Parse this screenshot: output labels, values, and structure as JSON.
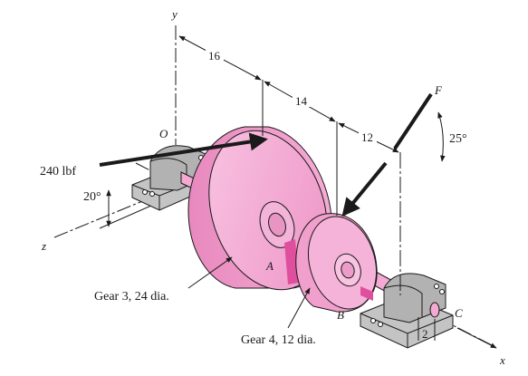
{
  "axes": {
    "y": "y",
    "z": "z",
    "x": "x"
  },
  "points": {
    "origin": "O",
    "gear3_center": "A",
    "gear4_center": "B",
    "bearing_right": "C"
  },
  "dimensions": {
    "d1": "16",
    "d2": "14",
    "d3": "12",
    "d4": "2"
  },
  "forces": {
    "gear3_force": "240 lbf",
    "gear3_angle": "20°",
    "gear4_force": "F",
    "gear4_angle": "25°"
  },
  "labels": {
    "gear3": "Gear 3, 24 dia.",
    "gear4": "Gear 4, 12 dia."
  },
  "colors": {
    "gear_fill": "#f2a1cf",
    "gear_dark": "#e07bb5",
    "gear_light": "#f8c8e3",
    "bearing_fill": "#bfbfbf",
    "bearing_dark": "#8d8d8d",
    "line": "#1a1a1a"
  }
}
